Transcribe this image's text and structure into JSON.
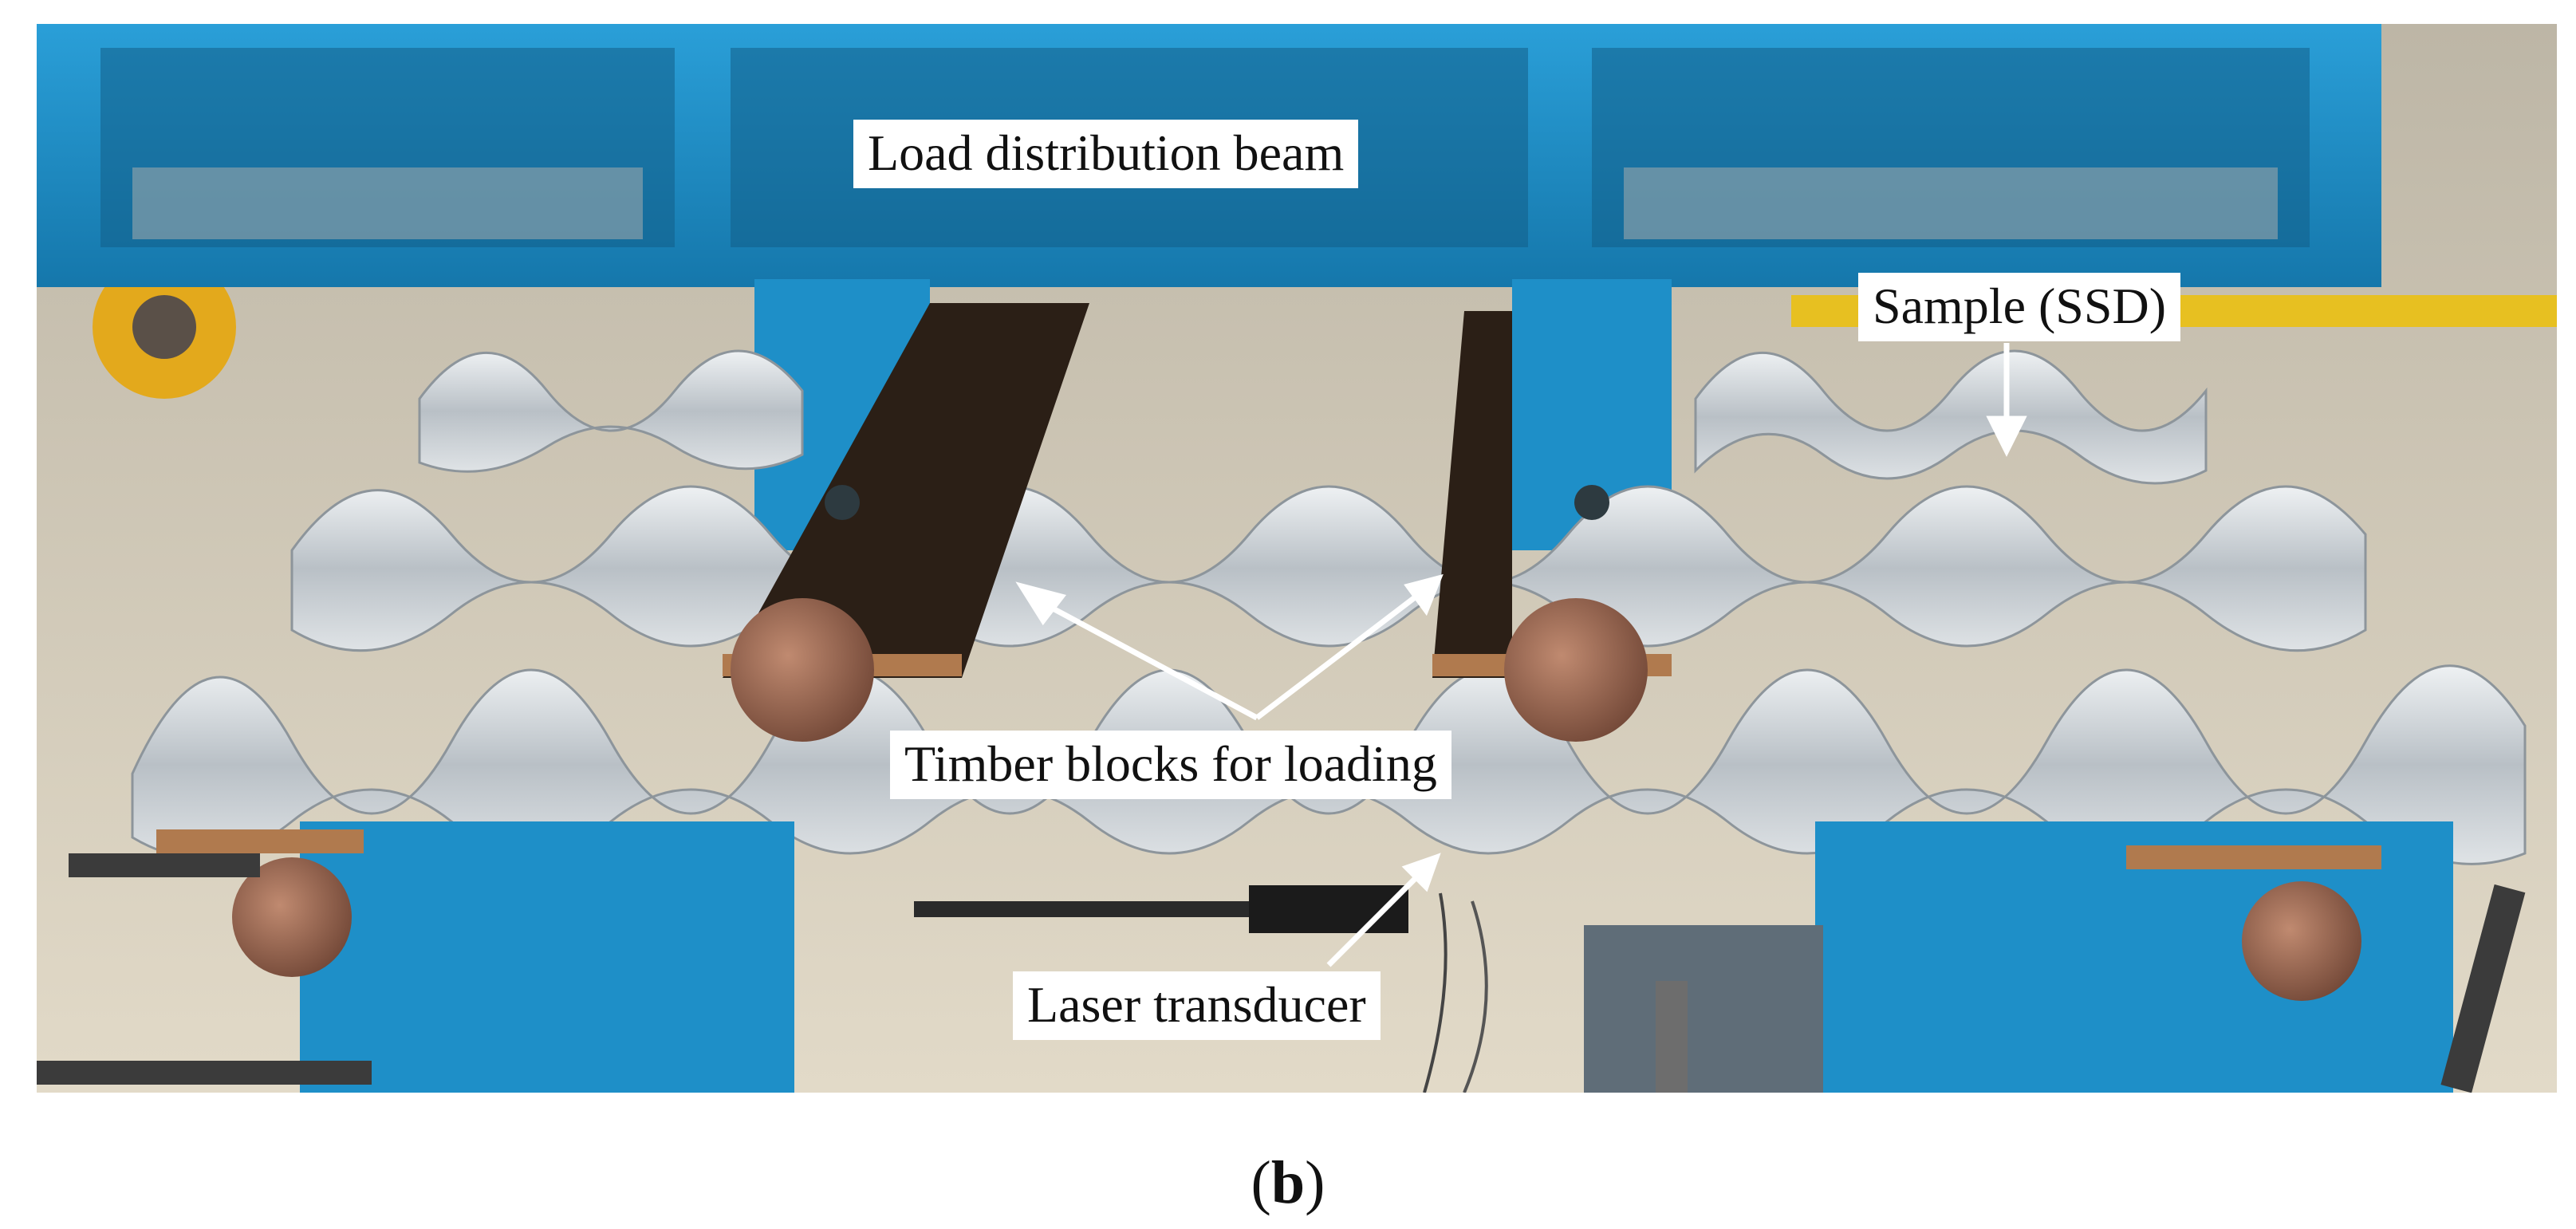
{
  "figure": {
    "annotations": {
      "beam": "Load distribution beam",
      "sample": "Sample (SSD)",
      "timber": "Timber blocks for loading",
      "laser": "Laser transducer"
    },
    "caption": {
      "open": "(",
      "letter": "b",
      "close": ")"
    },
    "colors": {
      "frame_blue": "#1e8fc8",
      "steel_sheet": "#c9ced3",
      "timber": "#3a2a1c",
      "roller": "#8a5a45",
      "floor": "#d8d0bf"
    }
  }
}
